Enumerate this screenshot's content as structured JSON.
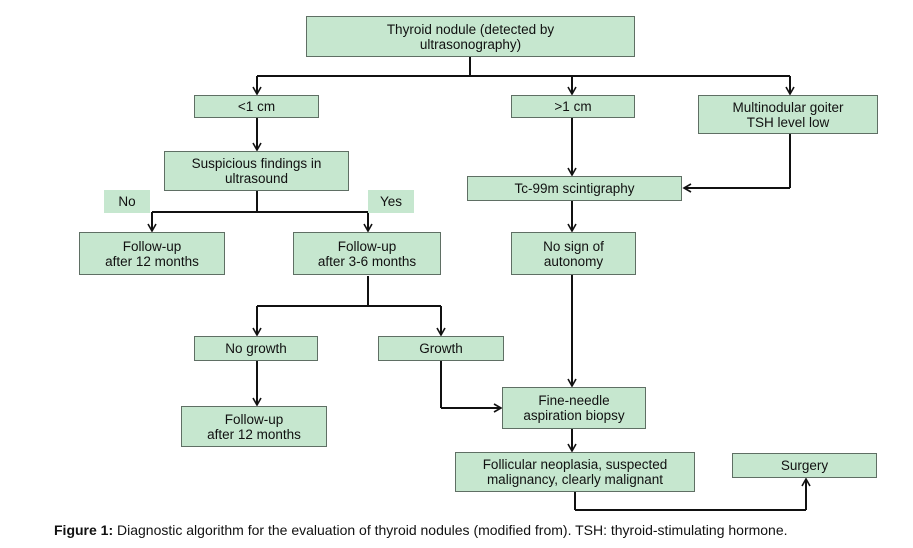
{
  "nodes": {
    "start": "Thyroid nodule (detected by\nultrasonography)",
    "lt1": "<1 cm",
    "gt1": ">1 cm",
    "mng": "Multinodular goiter\nTSH level low",
    "susp": "Suspicious findings in\nultrasound",
    "no": "No",
    "yes": "Yes",
    "tc": "Tc-99m scintigraphy",
    "fu12a": "Follow-up\nafter 12 months",
    "fu36": "Follow-up\nafter 3-6 months",
    "nosign": "No sign of\nautonomy",
    "nogrowth": "No growth",
    "growth": "Growth",
    "fna": "Fine-needle\naspiration biopsy",
    "fu12b": "Follow-up\nafter 12 months",
    "foll": "Follicular neoplasia, suspected\nmalignancy, clearly malignant",
    "surgery": "Surgery"
  },
  "caption": {
    "label": "Figure 1:",
    "text": " Diagnostic algorithm for the evaluation of thyroid nodules (modified from). TSH: thyroid-stimulating hormone."
  }
}
